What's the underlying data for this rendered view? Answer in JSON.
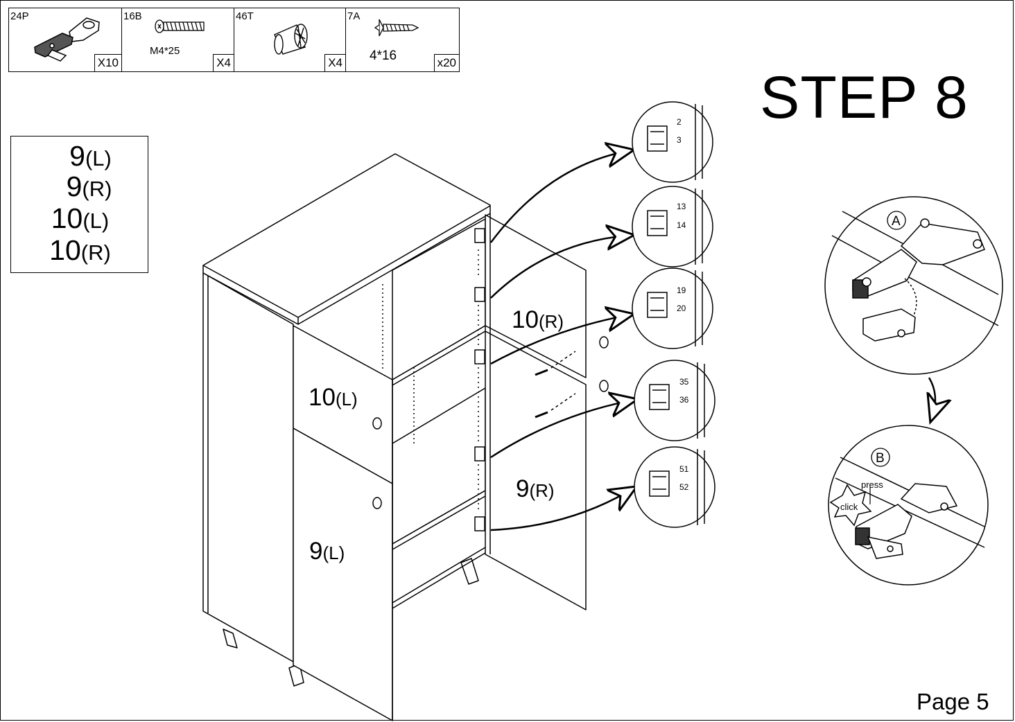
{
  "parts": [
    {
      "code": "24P",
      "size": "",
      "qty": "X10",
      "icon": "hinge-icon"
    },
    {
      "code": "16B",
      "size": "M4*25",
      "qty": "X4",
      "icon": "bolt-icon"
    },
    {
      "code": "46T",
      "size": "",
      "qty": "X4",
      "icon": "knob-icon"
    },
    {
      "code": "7A",
      "size": "4*16",
      "qty": "x20",
      "icon": "screw-icon"
    }
  ],
  "labels_box": [
    {
      "num": "9",
      "side": "(L)"
    },
    {
      "num": "9",
      "side": "(R)"
    },
    {
      "num": "10",
      "side": "(L)"
    },
    {
      "num": "10",
      "side": "(R)"
    }
  ],
  "title": "STEP 8",
  "page": "Page 5",
  "panels": {
    "door_10r": {
      "num": "10",
      "side": "(R)"
    },
    "door_10l": {
      "num": "10",
      "side": "(L)"
    },
    "door_9r": {
      "num": "9",
      "side": "(R)"
    },
    "door_9l": {
      "num": "9",
      "side": "(L)"
    }
  },
  "detail_callouts": [
    {
      "a": "2",
      "b": "3"
    },
    {
      "a": "13",
      "b": "14"
    },
    {
      "a": "19",
      "b": "20"
    },
    {
      "a": "35",
      "b": "36"
    },
    {
      "a": "51",
      "b": "52"
    }
  ],
  "hinge_steps": {
    "a_label": "A",
    "b_label": "B",
    "press": "press",
    "click": "click"
  }
}
